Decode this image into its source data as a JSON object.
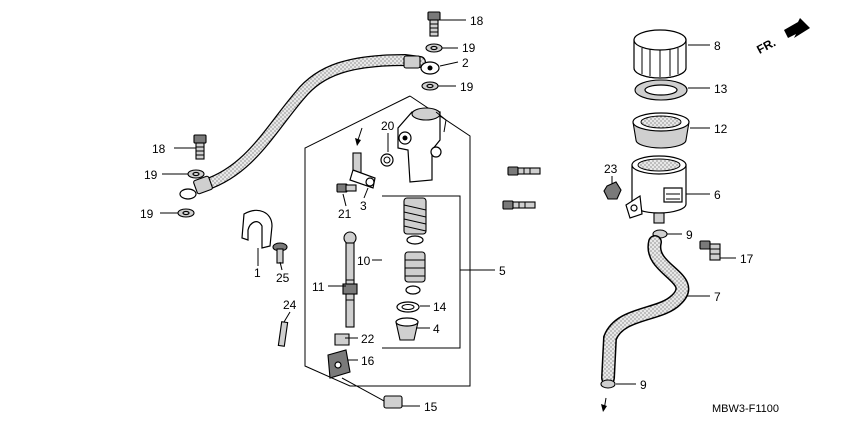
{
  "diagram_code": "MBW3-F1100",
  "direction_label": "FR.",
  "callouts": [
    "18",
    "19",
    "2",
    "19",
    "20",
    "18",
    "19",
    "19",
    "3",
    "21",
    "1",
    "25",
    "10",
    "11",
    "5",
    "24",
    "22",
    "16",
    "15",
    "14",
    "4",
    "8",
    "13",
    "12",
    "23",
    "6",
    "9",
    "17",
    "7",
    "9"
  ],
  "colors": {
    "line": "#000000",
    "hose_fill": "#d8d8d8",
    "arrow_fill": "#000000"
  }
}
